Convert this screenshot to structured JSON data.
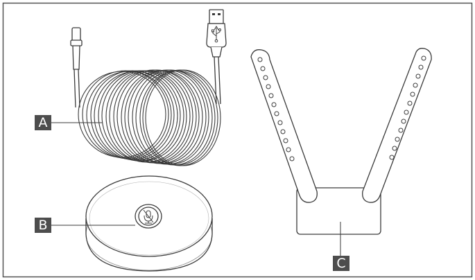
{
  "callouts": {
    "a": "A",
    "b": "B",
    "c": "C"
  },
  "parts": {
    "a": "usb-cable-coiled",
    "b": "speakerphone-puck",
    "c": "mounting-bracket-with-straps"
  },
  "icons": {
    "mic": "mic-mute-icon",
    "usb": "usb-icon"
  },
  "colors": {
    "stroke": "#3a3a3a",
    "callout_bg": "#4d4d4d",
    "callout_text": "#ffffff",
    "frame": "#555555"
  }
}
